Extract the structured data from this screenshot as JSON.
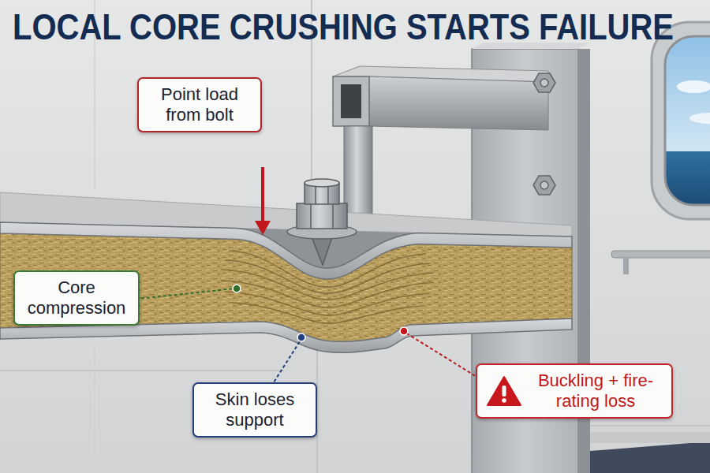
{
  "diagram": {
    "title": "LOCAL CORE CRUSHING STARTS FAILURE",
    "nodes": [
      {
        "text": [
          "Point load from bolt"
        ]
      },
      {
        "text": [
          "Core compression"
        ]
      },
      {
        "text": [
          "Skin loses support"
        ]
      },
      {
        "text": [
          "Buckling + fire-rating loss"
        ]
      }
    ]
  }
}
